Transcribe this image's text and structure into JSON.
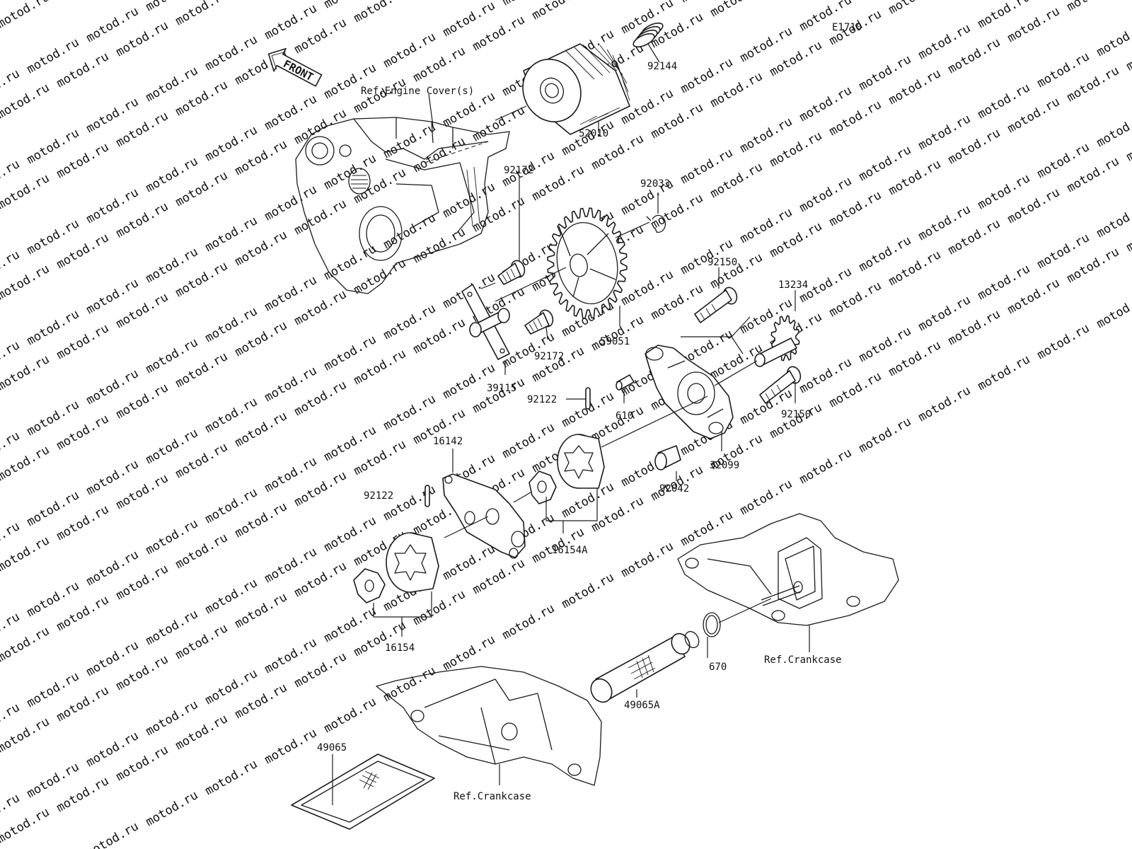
{
  "diagram_code": "E1710",
  "front_arrow_label": "FRONT",
  "watermark_text": "motod.ru",
  "references": {
    "engine_cover": "Ref.Engine Cover(s)",
    "crankcase_lower": "Ref.Crankcase",
    "crankcase_right": "Ref.Crankcase"
  },
  "parts": {
    "p92144": "92144",
    "p52010": "52010",
    "p92033": "92033",
    "p92172_top": "92172",
    "p92172_bottom": "92172",
    "p59051": "59051",
    "p39115": "39115",
    "p92150_top": "92150",
    "p92150_bottom": "92150",
    "p13234": "13234",
    "p610": "610",
    "p92122_upper": "92122",
    "p92122_lower": "92122",
    "p32099": "32099",
    "p92042": "92042",
    "p16142": "16142",
    "p16154A": "16154A",
    "p16154": "16154",
    "p670": "670",
    "p49065A": "49065A",
    "p49065": "49065"
  },
  "colors": {
    "line": "#1a1a1a",
    "background": "#ffffff",
    "watermark": "#c9c9c9"
  }
}
